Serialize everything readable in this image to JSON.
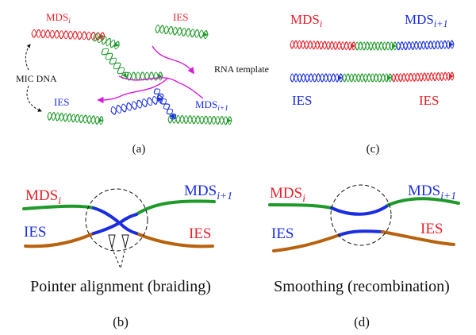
{
  "panels": {
    "a": {
      "caption": "(a)",
      "labels": {
        "mds_i": "MDS",
        "mds_i_sub": "i",
        "ies_top": "IES",
        "rna_template": "RNA template",
        "mic_dna": "MIC DNA",
        "ies_left": "IES",
        "mds_i1": "MDS",
        "mds_i1_sub": "i+1"
      }
    },
    "b": {
      "caption": "(b)",
      "title": "Pointer alignment (braiding)",
      "labels": {
        "mds_i": "MDS",
        "mds_i_sub": "i",
        "mds_i1": "MDS",
        "mds_i1_sub": "i+1",
        "ies_left": "IES",
        "ies_right": "IES"
      }
    },
    "c": {
      "caption": "(c)",
      "labels": {
        "mds_i": "MDS",
        "mds_i_sub": "i",
        "mds_i1": "MDS",
        "mds_i1_sub": "i+1",
        "ies_left": "IES",
        "ies_right": "IES"
      }
    },
    "d": {
      "caption": "(d)",
      "title": "Smoothing (recombination)",
      "labels": {
        "mds_i": "MDS",
        "mds_i_sub": "i",
        "mds_i1": "MDS",
        "mds_i1_sub": "i+1",
        "ies_left": "IES",
        "ies_right": "IES"
      }
    }
  },
  "colors": {
    "red": "#e8202a",
    "green": "#1f9a2a",
    "blue": "#1a2ee0",
    "magenta": "#d81bd8",
    "orange": "#b8620e",
    "black": "#111111"
  }
}
